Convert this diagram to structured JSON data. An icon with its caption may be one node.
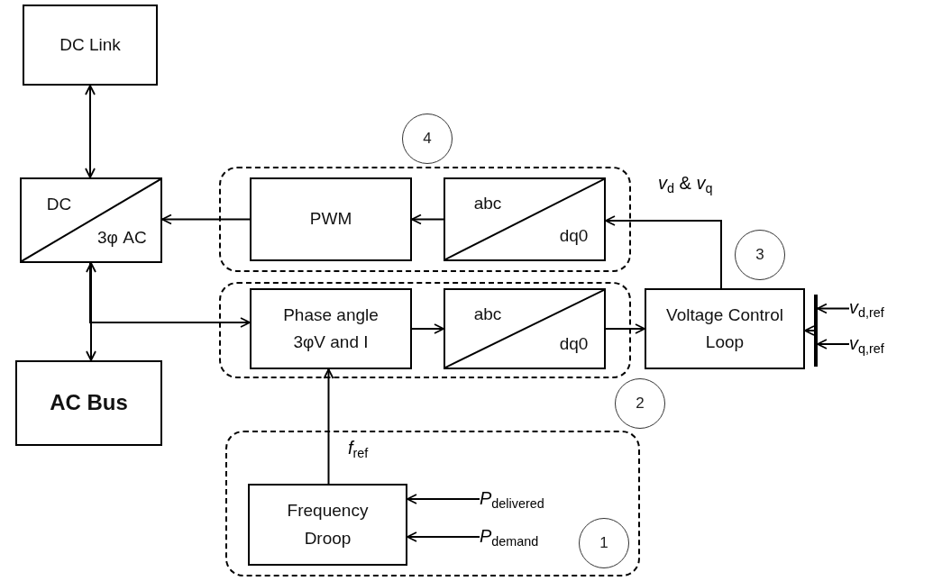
{
  "diagram": {
    "nodes": [
      {
        "text": [
          "DC Link"
        ]
      },
      {
        "text": [
          "DC",
          "3φ AC"
        ]
      },
      {
        "text": [
          "AC Bus"
        ]
      },
      {
        "text": [],
        "shape": "box"
      },
      {
        "text": [
          "PWM"
        ],
        "in": 3
      },
      {
        "text": [
          "abc",
          "dq0"
        ],
        "in": 3
      },
      {
        "text": [],
        "shape": "box"
      },
      {
        "text": [
          "Phase angle 3φV and I"
        ],
        "in": 6
      },
      {
        "text": [
          "abc",
          "dq0"
        ],
        "in": 6
      },
      {
        "text": [
          "Voltage Control Loop"
        ]
      },
      {
        "text": [],
        "shape": "box"
      },
      {
        "text": [
          "Frequency Droop"
        ],
        "in": 10
      },
      {
        "text": [
          "4"
        ]
      },
      {
        "text": [
          "3"
        ]
      },
      {
        "text": [
          "2"
        ]
      },
      {
        "text": [
          "1"
        ],
        "in": 10
      },
      {
        "text": [
          "*P*$_{delivered}$"
        ],
        "in": 10
      },
      {
        "text": [
          "*P*$_{demand}$"
        ],
        "in": 10
      },
      {
        "text": [
          "*v*$_{d,ref}$"
        ]
      },
      {
        "text": [
          "*v*$_{q,ref}$"
        ]
      },
      {
        "text": [],
        "shape": "bar"
      }
    ],
    "edges": [
      {
        "from": 0,
        "to": 1,
        "arrow": "both"
      },
      {
        "from": 1,
        "to": 2,
        "arrow": "both"
      },
      {
        "from": 1,
        "to": 7,
        "arrow": "to"
      },
      {
        "from": 4,
        "to": 1,
        "arrow": "to"
      },
      {
        "from": 5,
        "to": 4,
        "arrow": "to"
      },
      {
        "from": 9,
        "to": 5,
        "arrow": "to",
        "label": "*v*$_{d}$ & *v*$_{q}$"
      },
      {
        "from": 7,
        "to": 8,
        "arrow": "to"
      },
      {
        "from": 8,
        "to": 9,
        "arrow": "to"
      },
      {
        "from": 11,
        "to": 7,
        "arrow": "to",
        "label": "*f*$_{ref}$"
      },
      {
        "from": 16,
        "to": 11,
        "arrow": "to"
      },
      {
        "from": 17,
        "to": 11,
        "arrow": "to"
      },
      {
        "from": 18,
        "to": 20,
        "arrow": "to"
      },
      {
        "from": 19,
        "to": 20,
        "arrow": "to"
      },
      {
        "from": 20,
        "to": 9,
        "arrow": "to"
      }
    ]
  }
}
